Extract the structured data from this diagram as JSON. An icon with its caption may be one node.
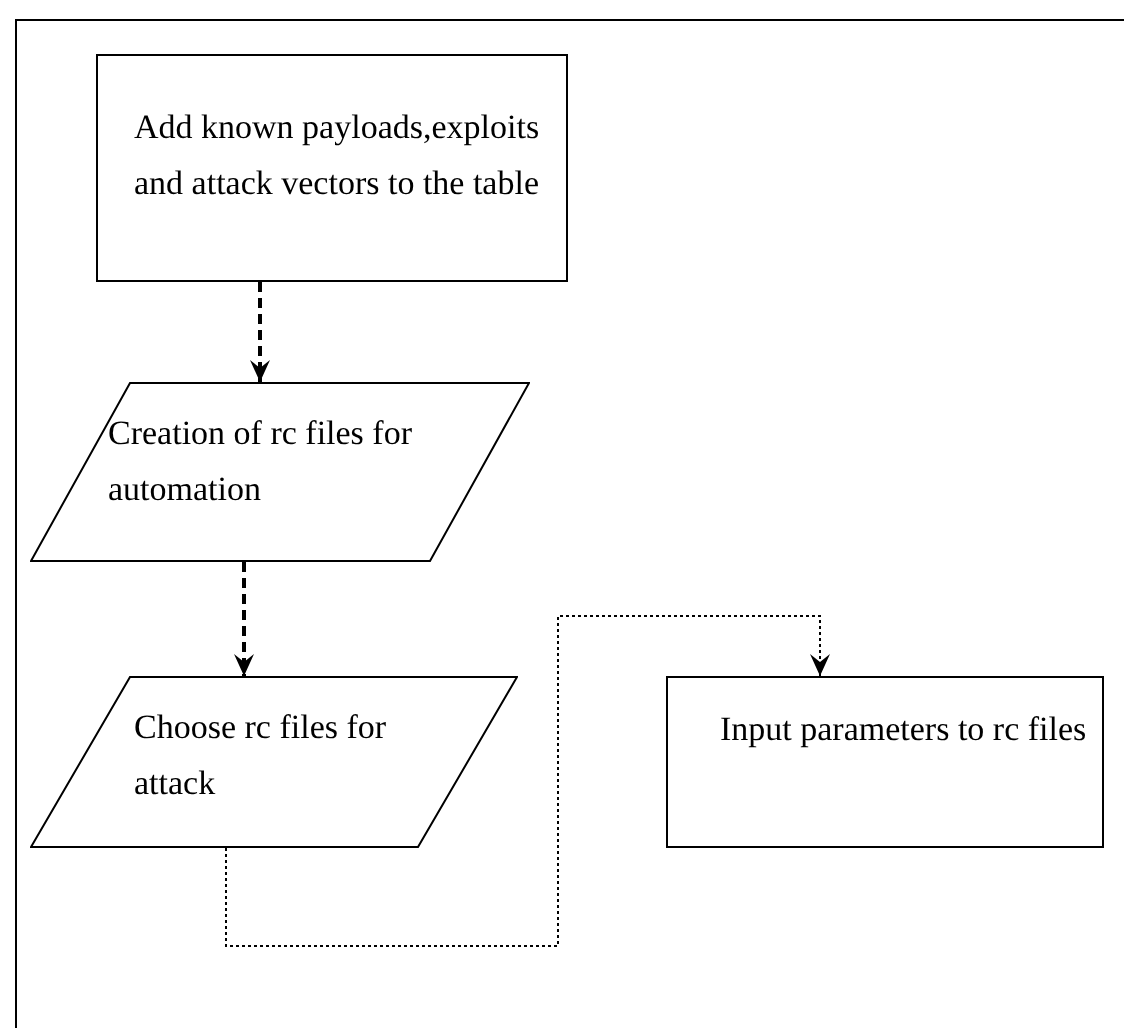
{
  "diagram": {
    "nodes": [
      {
        "text": [
          "Add known payloads,exploits and attack vectors to the table"
        ]
      },
      {
        "text": [
          "Creation of rc files for automation"
        ]
      },
      {
        "text": [
          "Choose rc files for attack"
        ]
      },
      {
        "text": [
          "Input parameters to rc files"
        ]
      }
    ],
    "edges": [
      {
        "from": 0,
        "to": 1,
        "arrow": "to",
        "style": "dashed"
      },
      {
        "from": 1,
        "to": 2,
        "arrow": "to",
        "style": "dashed"
      },
      {
        "from": 2,
        "to": 3,
        "arrow": "to",
        "style": "dashed"
      }
    ]
  }
}
